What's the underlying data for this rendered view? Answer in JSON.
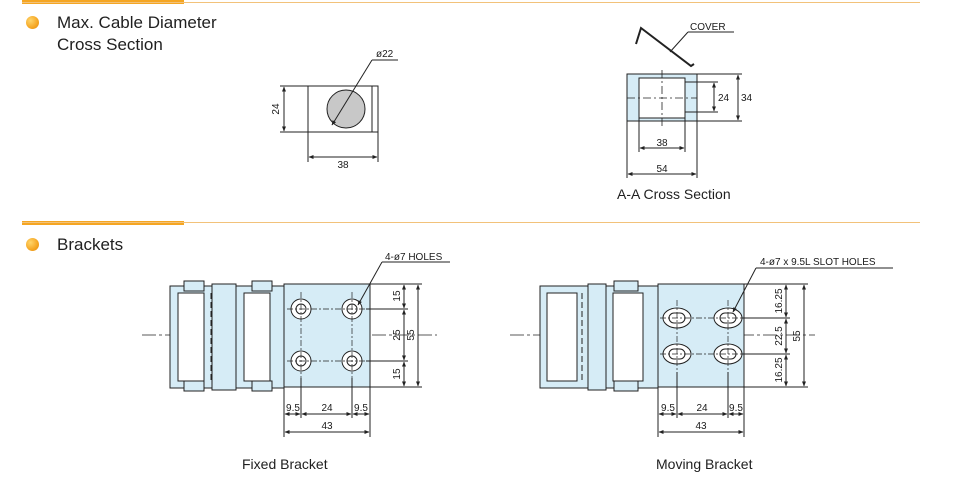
{
  "sections": {
    "cable": {
      "title_line1": "Max. Cable Diameter",
      "title_line2": "Cross Section"
    },
    "brackets": {
      "title": "Brackets"
    }
  },
  "cable_section": {
    "dia": "ø22",
    "height": "24",
    "width": "38"
  },
  "aa_section": {
    "cover": "COVER",
    "inner_h": "24",
    "outer_h": "34",
    "inner_w": "38",
    "outer_w": "54",
    "caption": "A-A Cross Section"
  },
  "fixed_bracket": {
    "holes": "4-ø7 HOLES",
    "d_top": "15",
    "d_mid": "25",
    "d_bot": "15",
    "d_total": "55",
    "w_left": "9.5",
    "w_mid": "24",
    "w_right": "9.5",
    "w_total": "43",
    "caption": "Fixed Bracket"
  },
  "moving_bracket": {
    "holes": "4-ø7 x 9.5L SLOT HOLES",
    "d_top": "16.25",
    "d_mid": "22.5",
    "d_bot": "16.25",
    "d_total": "55",
    "w_left": "9.5",
    "w_mid": "24",
    "w_right": "9.5",
    "w_total": "43",
    "caption": "Moving Bracket"
  },
  "colors": {
    "accent": "#f5a623",
    "part_fill": "#d6ecf6",
    "cable_fill": "#c8c8c8"
  }
}
